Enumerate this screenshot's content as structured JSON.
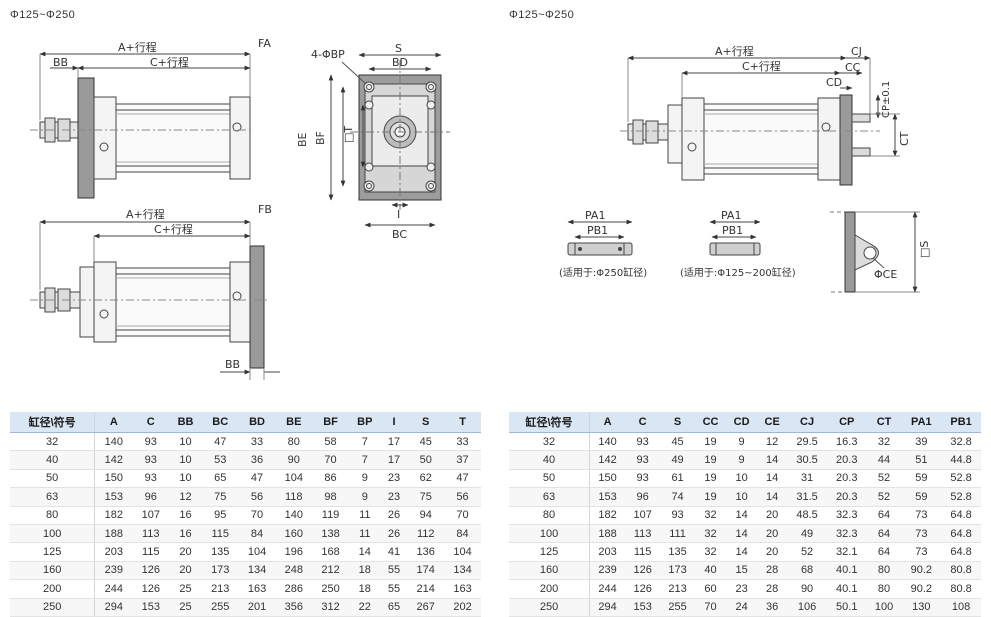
{
  "left": {
    "range_title": "Φ125~Φ250",
    "fa_label": "FA",
    "fb_label": "FB",
    "dims_fa": {
      "a": "A+行程",
      "c": "C+行程",
      "bb": "BB"
    },
    "dims_fb": {
      "a": "A+行程",
      "c": "C+行程",
      "bb": "BB"
    },
    "front": {
      "s": "S",
      "bd": "BD",
      "bp": "4-ΦBP",
      "be": "BE",
      "bf": "BF",
      "t": "□T",
      "i": "I",
      "bc": "BC"
    }
  },
  "right": {
    "range_title": "Φ125~Φ250",
    "dims": {
      "a": "A+行程",
      "c": "C+行程",
      "cj": "CJ",
      "cc": "CC",
      "cd": "CD",
      "cp": "CP±0.1",
      "ct": "CT"
    },
    "pins": [
      {
        "pa": "PA1",
        "pb": "PB1",
        "note": "(适用于:Φ250缸径)"
      },
      {
        "pa": "PA1",
        "pb": "PB1",
        "note": "(适用于:Φ125~200缸径)"
      }
    ],
    "clevis": {
      "ce": "ΦCE",
      "s": "□S"
    }
  },
  "table_fa_fb": {
    "headers": [
      "缸径\\符号",
      "A",
      "C",
      "BB",
      "BC",
      "BD",
      "BE",
      "BF",
      "BP",
      "I",
      "S",
      "T"
    ],
    "rows": [
      [
        "32",
        "140",
        "93",
        "10",
        "47",
        "33",
        "80",
        "58",
        "7",
        "17",
        "45",
        "33"
      ],
      [
        "40",
        "142",
        "93",
        "10",
        "53",
        "36",
        "90",
        "70",
        "7",
        "17",
        "50",
        "37"
      ],
      [
        "50",
        "150",
        "93",
        "10",
        "65",
        "47",
        "104",
        "86",
        "9",
        "23",
        "62",
        "47"
      ],
      [
        "63",
        "153",
        "96",
        "12",
        "75",
        "56",
        "118",
        "98",
        "9",
        "23",
        "75",
        "56"
      ],
      [
        "80",
        "182",
        "107",
        "16",
        "95",
        "70",
        "140",
        "119",
        "11",
        "26",
        "94",
        "70"
      ],
      [
        "100",
        "188",
        "113",
        "16",
        "115",
        "84",
        "160",
        "138",
        "11",
        "26",
        "112",
        "84"
      ],
      [
        "125",
        "203",
        "115",
        "20",
        "135",
        "104",
        "196",
        "168",
        "14",
        "41",
        "136",
        "104"
      ],
      [
        "160",
        "239",
        "126",
        "20",
        "173",
        "134",
        "248",
        "212",
        "18",
        "55",
        "174",
        "134"
      ],
      [
        "200",
        "244",
        "126",
        "25",
        "213",
        "163",
        "286",
        "250",
        "18",
        "55",
        "214",
        "163"
      ],
      [
        "250",
        "294",
        "153",
        "25",
        "255",
        "201",
        "356",
        "312",
        "22",
        "65",
        "267",
        "202"
      ]
    ]
  },
  "table_clevis": {
    "headers": [
      "缸径\\符号",
      "A",
      "C",
      "S",
      "CC",
      "CD",
      "CE",
      "CJ",
      "CP",
      "CT",
      "PA1",
      "PB1"
    ],
    "rows": [
      [
        "32",
        "140",
        "93",
        "45",
        "19",
        "9",
        "12",
        "29.5",
        "16.3",
        "32",
        "39",
        "32.8"
      ],
      [
        "40",
        "142",
        "93",
        "49",
        "19",
        "9",
        "14",
        "30.5",
        "20.3",
        "44",
        "51",
        "44.8"
      ],
      [
        "50",
        "150",
        "93",
        "61",
        "19",
        "10",
        "14",
        "31",
        "20.3",
        "52",
        "59",
        "52.8"
      ],
      [
        "63",
        "153",
        "96",
        "74",
        "19",
        "10",
        "14",
        "31.5",
        "20.3",
        "52",
        "59",
        "52.8"
      ],
      [
        "80",
        "182",
        "107",
        "93",
        "32",
        "14",
        "20",
        "48.5",
        "32.3",
        "64",
        "73",
        "64.8"
      ],
      [
        "100",
        "188",
        "113",
        "111",
        "32",
        "14",
        "20",
        "49",
        "32.3",
        "64",
        "73",
        "64.8"
      ],
      [
        "125",
        "203",
        "115",
        "135",
        "32",
        "14",
        "20",
        "52",
        "32.1",
        "64",
        "73",
        "64.8"
      ],
      [
        "160",
        "239",
        "126",
        "173",
        "40",
        "15",
        "28",
        "68",
        "40.1",
        "80",
        "90.2",
        "80.8"
      ],
      [
        "200",
        "244",
        "126",
        "213",
        "60",
        "23",
        "28",
        "90",
        "40.1",
        "80",
        "90.2",
        "80.8"
      ],
      [
        "250",
        "294",
        "153",
        "255",
        "70",
        "24",
        "36",
        "106",
        "50.1",
        "100",
        "130",
        "108"
      ]
    ]
  }
}
